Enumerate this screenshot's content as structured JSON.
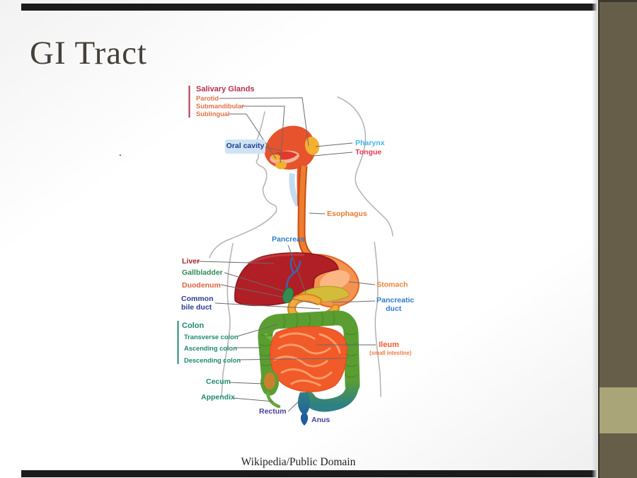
{
  "slide": {
    "title": "GI Tract",
    "bullet": ".",
    "caption": "Wikipedia/Public Domain"
  },
  "colors": {
    "title_text": "#45403a",
    "top_bottom_bars": "#1b1b1b",
    "side_band": "#675e49",
    "side_band_accent": "#aaa578",
    "salivary_group": "#b5304e",
    "salivary_items": "#e0724a",
    "oral_cavity_text": "#1d3f90",
    "oral_cavity_bg": "#cfe3f4",
    "pharynx": "#41b6e8",
    "tongue": "#e23b54",
    "esophagus": "#e87b30",
    "pancreas": "#2f7cc8",
    "liver": "#a5232b",
    "gallbladder": "#2e8b55",
    "duodenum": "#e2613c",
    "common_bile_duct": "#2b3a94",
    "stomach": "#f08438",
    "colon_group": "#1d8a6e",
    "ileum": "#ee5a30",
    "rectum_anus": "#4b3d9e"
  },
  "diagram": {
    "labels": {
      "salivary_glands": "Salivary Glands",
      "parotid": "Parotid",
      "submandibular": "Submandibular",
      "sublingual": "Sublingual",
      "oral_cavity": "Oral cavity",
      "pharynx": "Pharynx",
      "tongue": "Tongue",
      "esophagus": "Esophagus",
      "pancreas": "Pancreas",
      "liver": "Liver",
      "gallbladder": "Gallbladder",
      "duodenum": "Duodenum",
      "common_bile_duct_line1": "Common",
      "common_bile_duct_line2": "bile duct",
      "stomach": "Stomach",
      "pancreatic_duct_line1": "Pancreatic",
      "pancreatic_duct_line2": "duct",
      "colon": "Colon",
      "transverse_colon": "Transverse colon",
      "ascending_colon": "Ascending colon",
      "descending_colon": "Descending colon",
      "cecum": "Cecum",
      "appendix": "Appendix",
      "ileum": "Ileum",
      "ileum_sub": "(small intestine)",
      "rectum": "Rectum",
      "anus": "Anus"
    }
  }
}
